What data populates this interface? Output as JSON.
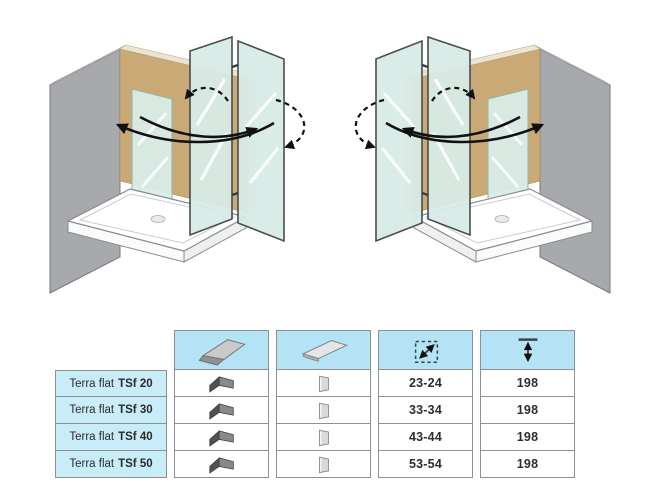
{
  "table": {
    "rows": [
      {
        "product": "Terra flat",
        "model": "TSf 20",
        "width_range": "23-24",
        "height": "198"
      },
      {
        "product": "Terra flat",
        "model": "TSf 30",
        "width_range": "33-34",
        "height": "198"
      },
      {
        "product": "Terra flat",
        "model": "TSf 40",
        "width_range": "43-44",
        "height": "198"
      },
      {
        "product": "Terra flat",
        "model": "TSf 50",
        "width_range": "53-54",
        "height": "198"
      }
    ]
  },
  "icons": {
    "header_col1": "folded-glass-panel-icon",
    "header_col2": "flat-glass-panel-icon",
    "header_col3": "width-adjustment-range-icon",
    "header_col4": "height-dimension-icon",
    "row_col1": "bifold-door-icon",
    "row_col2": "single-panel-icon"
  },
  "colors": {
    "header_blue": "#b3e3f5",
    "label_blue": "#c9ecf9",
    "border_gray": "#8d9093",
    "wall_tan": "#c9a975",
    "wall_gray": "#a7a9ac",
    "glass": "#d7ebe6",
    "tray_white": "#ffffff",
    "arrow_black": "#111111"
  }
}
